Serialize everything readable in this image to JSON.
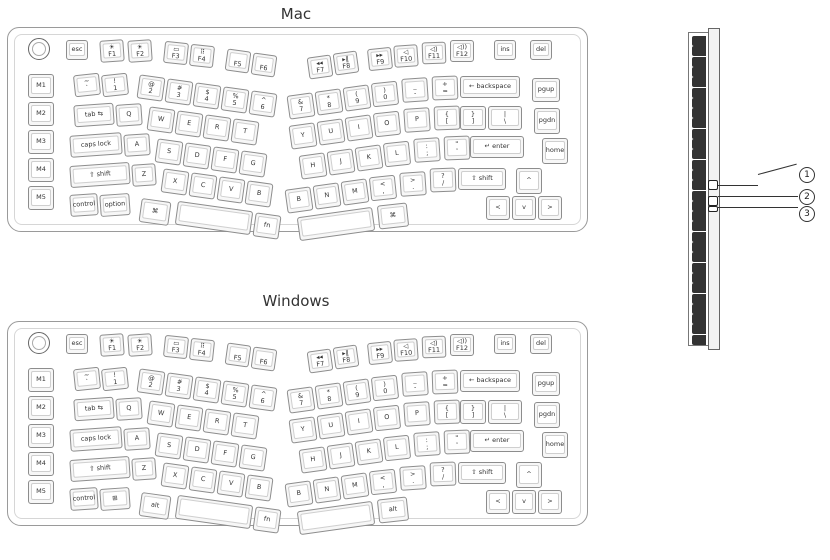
{
  "titles": {
    "mac": "Mac",
    "windows": "Windows"
  },
  "callouts": [
    "1",
    "2",
    "3"
  ],
  "layouts": {
    "mac": {
      "fn_row": [
        "esc",
        "☀\nF1",
        "☀\nF2",
        "▭\nF3",
        "⠿\nF4",
        "\nF5",
        "\nF6",
        "◂◂\nF7",
        "▸‖\nF8",
        "▸▸\nF9",
        "◁\nF10",
        "◁)\nF11",
        "◁))\nF12",
        "ins",
        "del"
      ],
      "macros": [
        "M1",
        "M2",
        "M3",
        "M4",
        "M5"
      ],
      "row1_left": [
        "~\n`",
        "!\n1",
        "@\n2",
        "#\n3",
        "$\n4",
        "%\n5",
        "^\n6"
      ],
      "row1_right": [
        "&\n7",
        "*\n8",
        "(\n9",
        ")\n0",
        "_\n-",
        "+\n=",
        "← backspace",
        "pgup"
      ],
      "row2_left": [
        "tab ⇆",
        "Q",
        "W",
        "E",
        "R",
        "T"
      ],
      "row2_right": [
        "Y",
        "U",
        "I",
        "O",
        "P",
        "{\n[",
        "}\n]",
        "|\n\\",
        "pgdn"
      ],
      "row3_left": [
        "caps lock",
        "A",
        "S",
        "D",
        "F",
        "G"
      ],
      "row3_right": [
        "H",
        "J",
        "K",
        "L",
        ":\n;",
        "\"\n'",
        "↵ enter",
        "home"
      ],
      "row4_left": [
        "⇧ shift",
        "Z",
        "X",
        "C",
        "V",
        "B"
      ],
      "row4_right": [
        "B",
        "N",
        "M",
        "<\n,",
        ">\n.",
        "?\n/",
        "⇧ shift",
        "^"
      ],
      "row5_left": [
        "control",
        "option",
        "⌘",
        "",
        "fn"
      ],
      "row5_right": [
        "",
        "⌘",
        "<",
        "v",
        ">"
      ]
    },
    "windows": {
      "fn_row": [
        "esc",
        "☀\nF1",
        "☀\nF2",
        "▭\nF3",
        "⠿\nF4",
        "\nF5",
        "\nF6",
        "◂◂\nF7",
        "▸‖\nF8",
        "▸▸\nF9",
        "◁\nF10",
        "◁)\nF11",
        "◁))\nF12",
        "ins",
        "del"
      ],
      "macros": [
        "M1",
        "M2",
        "M3",
        "M4",
        "M5"
      ],
      "row1_left": [
        "~\n`",
        "!\n1",
        "@\n2",
        "#\n3",
        "$\n4",
        "%\n5",
        "^\n6"
      ],
      "row1_right": [
        "&\n7",
        "*\n8",
        "(\n9",
        ")\n0",
        "_\n-",
        "+\n=",
        "← backspace",
        "pgup"
      ],
      "row2_left": [
        "tab ⇆",
        "Q",
        "W",
        "E",
        "R",
        "T"
      ],
      "row2_right": [
        "Y",
        "U",
        "I",
        "O",
        "P",
        "{\n[",
        "}\n]",
        "|\n\\",
        "pgdn"
      ],
      "row3_left": [
        "caps lock",
        "A",
        "S",
        "D",
        "F",
        "G"
      ],
      "row3_right": [
        "H",
        "J",
        "K",
        "L",
        ":\n;",
        "\"\n'",
        "↵ enter",
        "home"
      ],
      "row4_left": [
        "⇧ shift",
        "Z",
        "X",
        "C",
        "V",
        "B"
      ],
      "row4_right": [
        "B",
        "N",
        "M",
        "<\n,",
        ">\n.",
        "?\n/",
        "⇧ shift",
        "^"
      ],
      "row5_left": [
        "control",
        "⊞",
        "alt",
        "",
        "fn"
      ],
      "row5_right": [
        "",
        "alt",
        "<",
        "v",
        ">"
      ]
    }
  }
}
